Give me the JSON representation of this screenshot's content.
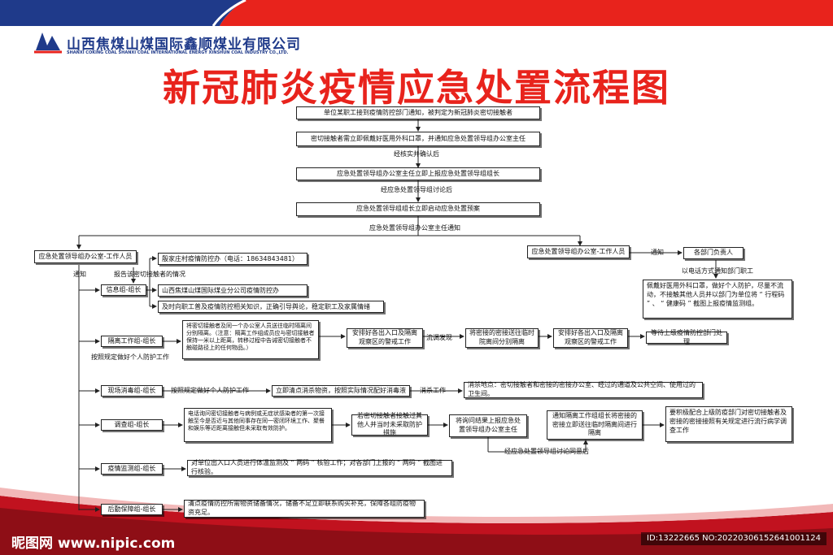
{
  "header": {
    "company_cn": "山西焦煤山煤国际鑫顺煤业有限公司",
    "company_en": "SHANXI COKING COAL SHANXI COAL INTERNATIONAL ENERGY XINSHUN COAL INDUSTRY CO.,LTD.",
    "title": "新冠肺炎疫情应急处置流程图"
  },
  "main_flow": {
    "step1": "单位某职工接到疫情防控部门通知，被判定为新冠肺炎密切接触者",
    "step2": "密切接触者需立即佩戴好医用外科口罩，并通知应急处置领导组办公室主任",
    "label_verify": "经核实并确认后",
    "step3": "应急处置领导组办公室主任立即上报应急处置领导组组长",
    "label_discuss": "经应急处置领导组讨论后",
    "step4": "应急处置领导组组长立即启动应急处置预案",
    "label_notify": "应急处置领导组办公室主任通知"
  },
  "left": {
    "staff": "应急处置领导组办公室-工作人员",
    "report_label": "报告该密切接触者的情况",
    "notify_label": "通知",
    "info_group": "信息组-组长",
    "info_items": [
      "殷家庄村疫情防控办（电话：18634843481）",
      "山西焦煤山煤国际煤业分公司疫情防控办",
      "及时向职工普及疫情防控相关知识，正确引导舆论，稳定职工及家属情绪"
    ],
    "isolation_group": "隔离工作组-组长",
    "isolation_desc": "将密切接触者及同一个办公室人员送往临时隔离间分别隔离。（注意：隔离工作组成员应与密切接触者保持一米以上距离，转移过程中告诫密切接触者不触碰路径上的任何物品。）",
    "isolation_protect": "按照规定做好个人防护工作",
    "isolation_step2": "安排好各出入口及隔离观察区的警戒工作",
    "isolation_label": "流调发现",
    "isolation_step3": "将密接的密接送往临时院离间分别隔离",
    "isolation_step4": "安排好各出入口及隔离观察区的警戒工作",
    "isolation_step5": "等待上级疫情防控部门处理",
    "disinfect_group": "现场消毒组-组长",
    "disinfect_label1": "按照规定做好个人防护工作",
    "disinfect_step": "立即清点消杀物资，按照实际情况配好消毒液",
    "disinfect_label2": "消杀工作",
    "disinfect_place": "消杀地点：密切接触者和密接的密接办公室、经过的通道及公共空间、使用过的卫生间。",
    "survey_group": "调查组-组长",
    "survey_step1": "电话询问密切接触者与病例或无症状感染者的第一次接触至今是否近与其他同事存在同一密闭环境工作、聚餐和娱乐等近距离接触但未采取有效防护。",
    "survey_step2": "若密切接触者接触过其他人并当时未采取防护措施",
    "survey_step3": "将询问结果上报应急处置领导组办公室主任",
    "survey_label": "经应急处置领导组讨论同意后",
    "survey_step4": "通知隔离工作组组长将密接的密接立即送往临时隔离间进行隔离",
    "survey_step5": "要积极配合上级防疫部门对密切接触者及密接的密接接照有关规定进行流行病学调查工作",
    "monitor_group": "疫情监测组-组长",
    "monitor_step": "对单位出入口人员进行体温监测及 “ 两码 ” 核验工作；对各部门上报的 “ 两码 ” 截图进行核验。",
    "logistics_group": "后勤保障组-组长",
    "logistics_step": "清点疫情防控所需物资储备情况，储备不足立即联系购买补充，保障各组防疫物资充足。"
  },
  "right": {
    "staff": "应急处置领导组办公室-工作人员",
    "notify_label": "通知",
    "dept": "各部门负责人",
    "phone_label": "以电话方式通知部门职工",
    "dept_desc": "佩戴好医用外科口罩，做好个人防护，尽量不流动，不接触其他人员并以部门为单位将 “ 行程码 ” 、 “ 健康码 ” 截图上报疫情监测组。"
  },
  "footer": {
    "watermark": "昵图网 www.nipic.com",
    "id_text": "ID:13222665 NO:20220306152641001124"
  },
  "colors": {
    "red": "#e8231c",
    "navy": "#1f3a8a",
    "line": "#222222"
  }
}
